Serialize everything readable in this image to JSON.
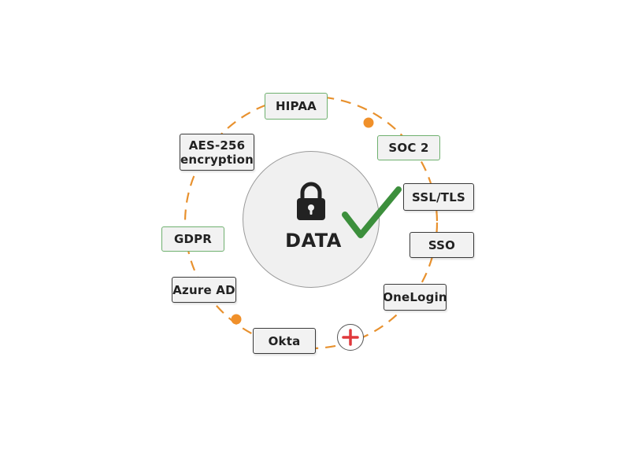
{
  "diagram": {
    "center_label": "DATA",
    "nodes": {
      "hipaa": "HIPAA",
      "soc2": "SOC 2",
      "ssl_tls": "SSL/TLS",
      "sso": "SSO",
      "onelogin": "OneLogin",
      "okta": "Okta",
      "azure_ad": "Azure AD",
      "gdpr": "GDPR",
      "aes_line1": "AES-256",
      "aes_line2": "encryption"
    },
    "icons": [
      "lock-icon",
      "checkmark-icon",
      "plus-icon",
      "orange-dot-icon"
    ],
    "colors": {
      "ring_dash": "#e8912e",
      "dot": "#f0902a",
      "check": "#3c8f3c",
      "plus": "#e0393c",
      "compliance_border": "#6fb06f",
      "security_border": "#3a3a3a"
    }
  }
}
